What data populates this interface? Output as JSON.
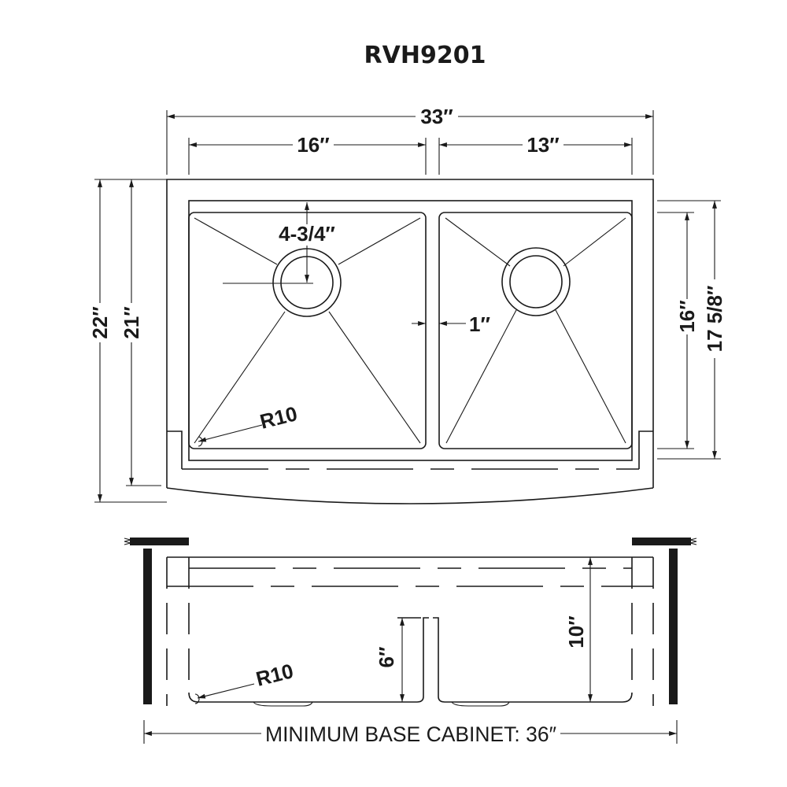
{
  "title": "RVH9201",
  "top_view": {
    "overall_width": "33″",
    "left_bowl_width": "16″",
    "right_bowl_width": "13″",
    "drain_offset": "4-3/4″",
    "divider_width": "1″",
    "corner_radius": "R10",
    "overall_depth": "22″",
    "depth_21": "21″",
    "bowl_depth": "16″",
    "flange_depth": "17 5/8″"
  },
  "side_view": {
    "divider_height": "6″",
    "bowl_height": "10″",
    "corner_radius": "R10",
    "cabinet_label": "MINIMUM BASE CABINET: 36″"
  },
  "colors": {
    "line": "#1a1a1a",
    "background": "#ffffff"
  }
}
